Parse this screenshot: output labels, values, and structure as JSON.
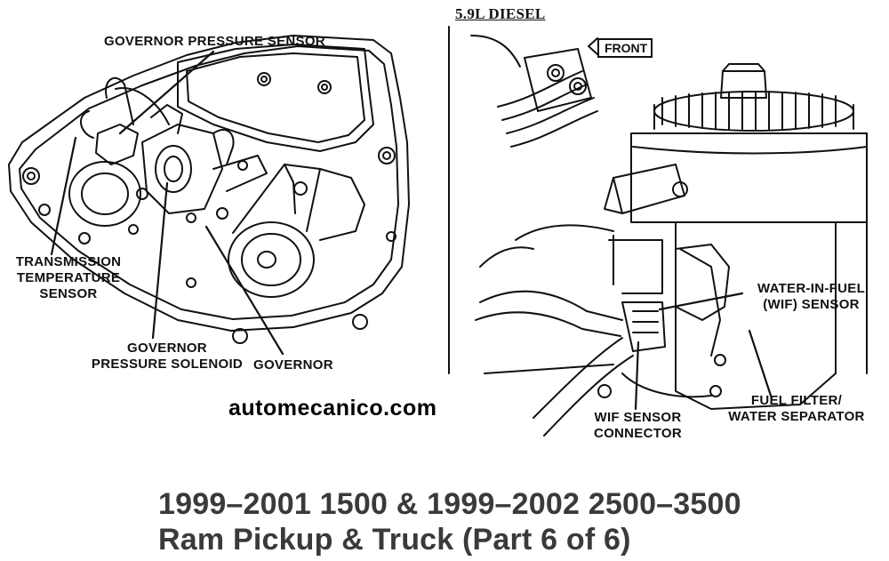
{
  "left_diagram": {
    "labels": {
      "governor_pressure_sensor": "GOVERNOR PRESSURE SENSOR",
      "transmission_temperature_sensor": [
        "TRANSMISSION",
        "TEMPERATURE",
        "SENSOR"
      ],
      "governor_pressure_solenoid": [
        "GOVERNOR",
        "PRESSURE SOLENOID"
      ],
      "governor": "GOVERNOR"
    }
  },
  "right_diagram": {
    "title": "5.9L DIESEL",
    "front_label": "FRONT",
    "labels": {
      "water_in_fuel_sensor": [
        "WATER-IN-FUEL",
        "(WIF) SENSOR"
      ],
      "wif_sensor_connector": [
        "WIF SENSOR",
        "CONNECTOR"
      ],
      "fuel_filter_water_separator": [
        "FUEL FILTER/",
        "WATER SEPARATOR"
      ]
    }
  },
  "watermark": "automecanico.com",
  "caption": {
    "line1": "1999–2001 1500 & 1999–2002 2500–3500",
    "line2": "Ram Pickup & Truck (Part 6 of 6)"
  }
}
